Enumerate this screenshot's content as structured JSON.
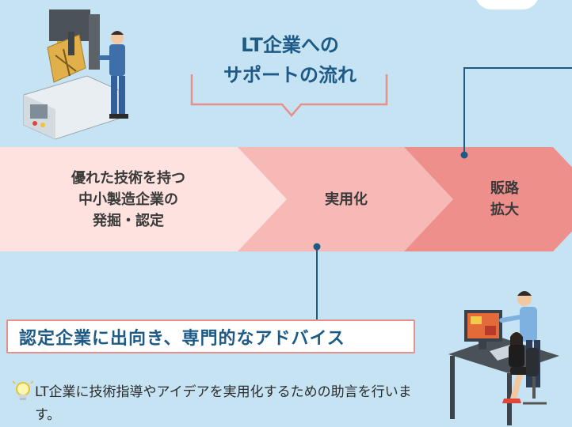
{
  "title": {
    "line1": "LT企業への",
    "line2": "サポートの流れ"
  },
  "stages": [
    {
      "label": "優れた技術を持つ\n中小製造企業の\n発掘・認定",
      "color": "#fde2df"
    },
    {
      "label": "実用化",
      "color": "#f7b9b5"
    },
    {
      "label": "販路\n拡大",
      "color": "#ef8f8b"
    }
  ],
  "advice": {
    "heading": "認定企業に出向き、専門的なアドバイス",
    "description": "LT企業に技術指導やアイデアを実用化するための助言を行います。"
  },
  "colors": {
    "accent": "#1e5a86",
    "border": "#e5908b",
    "background": "#c6e3f4"
  },
  "icons": [
    "machine-worker-illustration",
    "office-workers-illustration",
    "lightbulb-icon"
  ]
}
